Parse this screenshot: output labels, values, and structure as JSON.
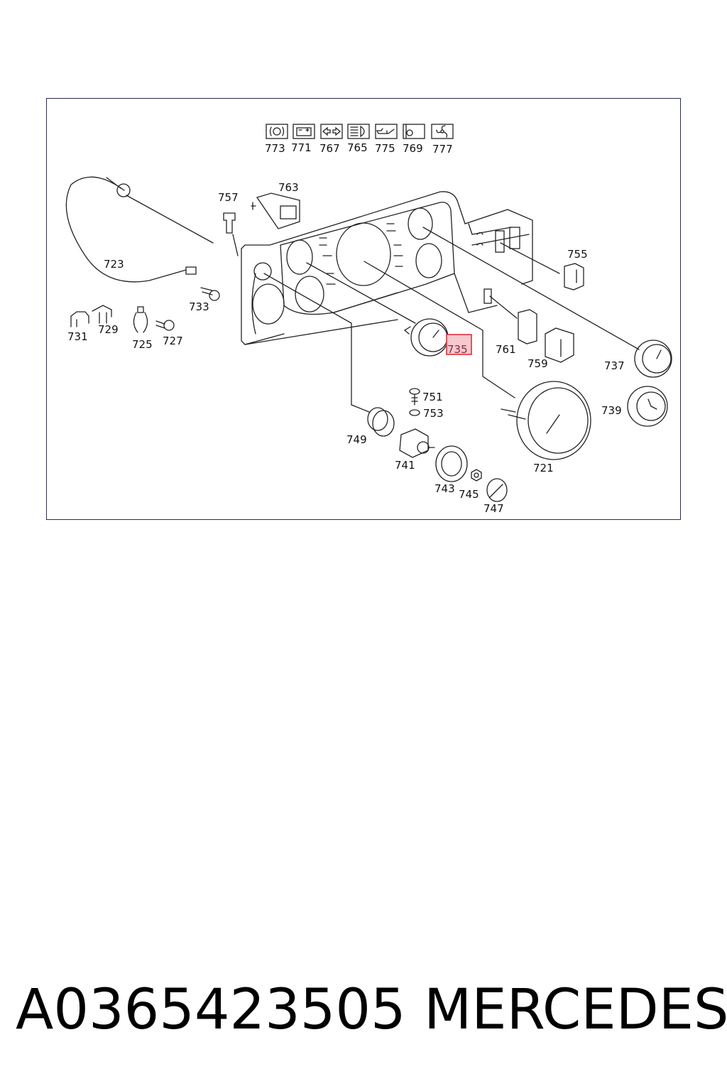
{
  "diagram": {
    "part_labels": {
      "p773": "773",
      "p771": "771",
      "p767": "767",
      "p765": "765",
      "p775": "775",
      "p769": "769",
      "p777": "777",
      "p757": "757",
      "p763": "763",
      "p755": "755",
      "p723": "723",
      "p733": "733",
      "p731": "731",
      "p729": "729",
      "p725": "725",
      "p727": "727",
      "p735": "735",
      "p761": "761",
      "p759": "759",
      "p737": "737",
      "p751": "751",
      "p753": "753",
      "p739": "739",
      "p749": "749",
      "p741": "741",
      "p721": "721",
      "p743": "743",
      "p745": "745",
      "p747": "747"
    },
    "highlighted_part": "735",
    "colors": {
      "highlight_border": "#e03040",
      "highlight_fill": "#f6c9cf",
      "frame": "#2a2a55"
    },
    "indicator_icons": [
      "brake-warning-icon",
      "battery-icon",
      "turn-signal-icon",
      "high-beam-icon",
      "oil-can-icon",
      "abs-icon",
      "fan-icon"
    ]
  },
  "footer": {
    "part_number": "A0365423505",
    "brand": "MERCEDES"
  }
}
